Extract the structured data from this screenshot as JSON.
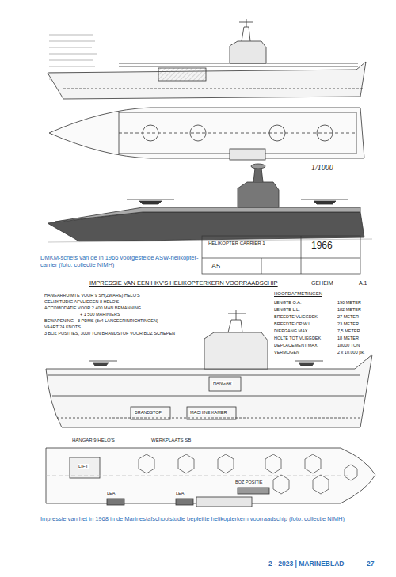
{
  "diagram": {
    "labels": [
      "1/1000",
      "HELIKOPTER CARRIER 1",
      "1966",
      "A5",
      "DMKM-schets van de in 1966 voorgestelde ASW-helikopter-carrier (foto: collectie NIMH)",
      "IMPRESSIE VAN EEN HKV'S HELIKOPTERKERN VOORRAADSCHIP",
      "GEHEIM",
      "A.1",
      "HANGARRUIMTE VOOR 9 SH(ZWARE) HELO'S",
      "GELIJKTIJDIG AFVLIEGEN 8 HELO'S",
      "ACCOMODATIE VOOR 2 400 MAN BEMANNING",
      "+ 1 500 MARINIERS",
      "BEWAPENING - 3 PDMS (3x4 LANCEERINRICHTINGEN)",
      "VAART 24 KNOTS",
      "3 BOZ POSITIES, 3000 TON BRANDSTOF VOOR BOZ SCHEPEN",
      "HOOFDAFMETINGEN",
      "LENGTE O.A.",
      "LENGTE L.L.",
      "BREEDTE VLIEGDEK",
      "BREEDTE OP W.L.",
      "DIEPGANG MAX.",
      "HOLTE TOT VLIEGDEK",
      "DEPLACEMENT MAX.",
      "VERMOGEN",
      "190 METER",
      "182 METER",
      "27 METER",
      "23 METER",
      "7,5 METER",
      "18 METER",
      "18000 TON",
      "2 x 10.000 pk.",
      "HANGAR",
      "BRANDSTOF",
      "MACHINE KAMER",
      "HANGAR 9 HELO'S",
      "WERKPLAATS SB",
      "LIFT",
      "LEA",
      "LEA",
      "BOZ POSITIE",
      "Impressie van het in 1968 in de Marinestafschoolstudie bepleitte helikopterkern voorraadschip (foto: collectie NIMH)",
      "2 - 2023 | MARINEBLAD",
      "27"
    ]
  }
}
